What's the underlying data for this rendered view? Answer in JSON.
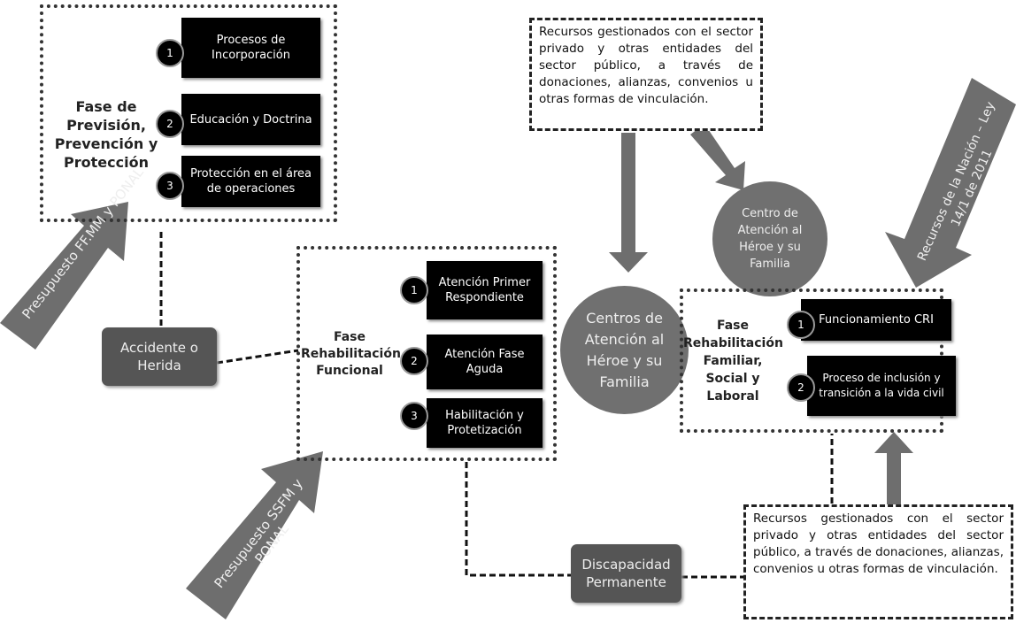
{
  "phase_prevision": {
    "label": "Fase de Previsión, Prevención y Protección",
    "items": [
      {
        "n": "1",
        "text": "Procesos de Incorporación"
      },
      {
        "n": "2",
        "text": "Educación y Doctrina"
      },
      {
        "n": "3",
        "text": "Protección en el área de operaciones"
      }
    ]
  },
  "phase_funcional": {
    "label": "Fase Rehabilitación Funcional",
    "items": [
      {
        "n": "1",
        "text": "Atención Primer Respondiente"
      },
      {
        "n": "2",
        "text": "Atención Fase Aguda"
      },
      {
        "n": "3",
        "text": "Habilitación y Protetización"
      }
    ]
  },
  "phase_familiar": {
    "label": "Fase Rehabilitación Familiar, Social y Laboral",
    "items": [
      {
        "n": "1",
        "text": "Funcionamiento CRI"
      },
      {
        "n": "2",
        "text": "Proceso de inclusión y transición a la vida civil"
      }
    ]
  },
  "accidente": "Accidente o Herida",
  "discapacidad": "Discapacidad Permanente",
  "centros": "Centros de Atención al Héroe y su Familia",
  "centro": "Centro de Atención al Héroe y su Familia",
  "arrow_ffmm": "Presupuesto FF.MM y PONAL",
  "arrow_ssfm": "Presupuesto SSFM y PONAL",
  "arrow_nacion": "Recursos de la Nación – Ley 14/1 de 2011",
  "note_top": "Recursos gestionados con el sector privado y otras entidades del sector público, a través de donaciones, alianzas, convenios u otras formas de vinculación.",
  "note_bottom": "Recursos gestionados con el sector privado y otras entidades del sector público, a través de donaciones, alianzas, convenios u otras formas de vinculación.",
  "colors": {
    "arrow": "#6e6e6e",
    "box": "#000000",
    "accent_box": "#555555"
  }
}
